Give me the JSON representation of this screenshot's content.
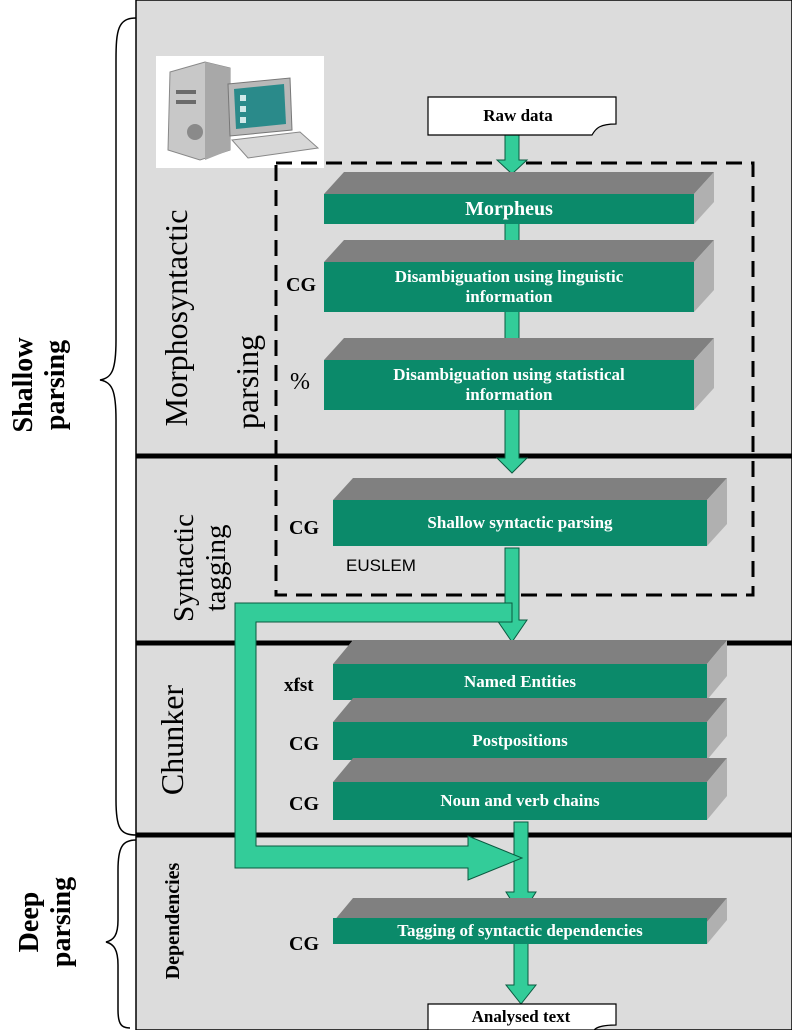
{
  "diagram": {
    "input_label": "Raw data",
    "output_label": "Analysed text",
    "group_labels": {
      "shallow": "Shallow\nparsing",
      "deep": "Deep\nparsing"
    },
    "stage_labels": {
      "morpho_line1": "Morphosyntactic",
      "morpho_line2": "parsing",
      "syntactic_line1": "Syntactic",
      "syntactic_line2": "tagging",
      "chunker": "Chunker",
      "dependencies": "Dependencies"
    },
    "euslem_label": "EUSLEM",
    "modules": [
      {
        "id": "morpheus",
        "name": "Morpheus",
        "tag": ""
      },
      {
        "id": "disamb-ling",
        "name": "Disambiguation using linguistic information",
        "tag": "CG"
      },
      {
        "id": "disamb-stat",
        "name": "Disambiguation using statistical information",
        "tag": "%"
      },
      {
        "id": "shallow-syn",
        "name": "Shallow syntactic parsing",
        "tag": "CG"
      },
      {
        "id": "named-entities",
        "name": "Named Entities",
        "tag": "xfst"
      },
      {
        "id": "postpositions",
        "name": "Postpositions",
        "tag": "CG"
      },
      {
        "id": "noun-verb",
        "name": "Noun and verb chains",
        "tag": "CG"
      },
      {
        "id": "syn-dep",
        "name": "Tagging of syntactic dependencies",
        "tag": "CG"
      }
    ],
    "colors": {
      "panel": "#dcdcdc",
      "bar_face": "#0b8a6a",
      "bar_top": "#808080",
      "bar_side": "#b0b0b0",
      "arrow": "#33cc99"
    }
  }
}
